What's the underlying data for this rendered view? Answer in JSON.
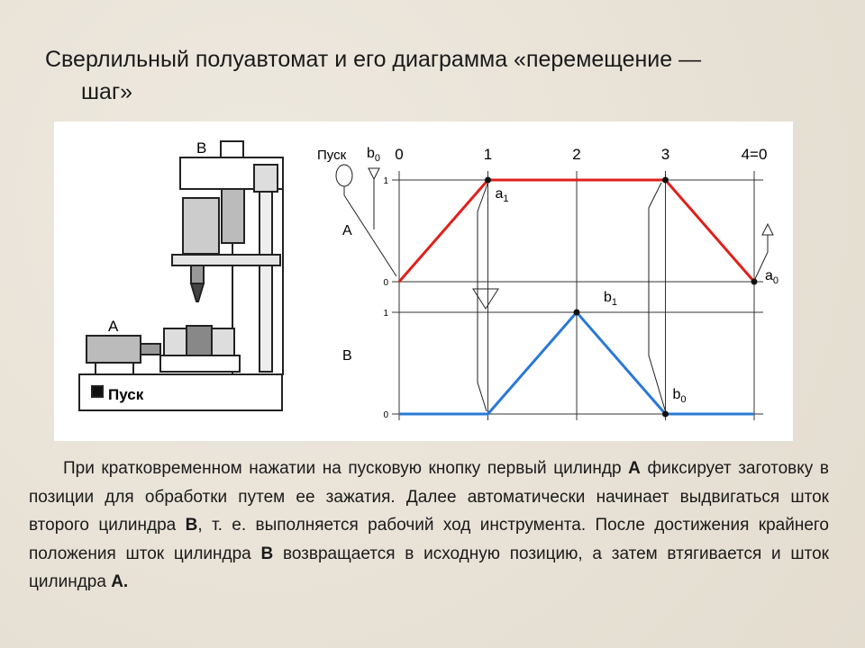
{
  "slide": {
    "title_line1": "Сверлильный полуавтомат и его диаграмма «перемещение —",
    "title_line2": "шаг»",
    "paragraph": [
      {
        "t": "При кратковременном нажатии на пусковую кнопку первый цилиндр "
      },
      {
        "t": "А",
        "b": true
      },
      {
        "t": " фиксирует заготовку в позиции для обработки путем ее зажатия. Далее автоматически начинает выдвигаться шток второго цилиндра "
      },
      {
        "t": "В",
        "b": true
      },
      {
        "t": ", т. е. выполняется рабочий ход инструмента. После достижения крайнего положения шток цилиндра "
      },
      {
        "t": "В",
        "b": true
      },
      {
        "t": " возвращается в исходную позицию, а затем втягивается и шток цилиндра "
      },
      {
        "t": "А.",
        "b": true
      }
    ]
  },
  "machine": {
    "label_b": "В",
    "label_a": "А",
    "button_label": "Пуск"
  },
  "chart_data": {
    "type": "line",
    "title": "",
    "steps": [
      "0",
      "1",
      "2",
      "3",
      "4=0"
    ],
    "y_ticks": [
      "0",
      "1"
    ],
    "start_label": "Пуск",
    "start_b0": "b0",
    "series": [
      {
        "name": "A",
        "color": "#e0201b",
        "values": [
          0,
          1,
          1,
          1,
          0
        ]
      },
      {
        "name": "B",
        "color": "#2a78d6",
        "values": [
          0,
          0,
          1,
          0,
          0
        ]
      }
    ],
    "annotations": [
      "a1",
      "b1",
      "b0",
      "a0"
    ]
  }
}
